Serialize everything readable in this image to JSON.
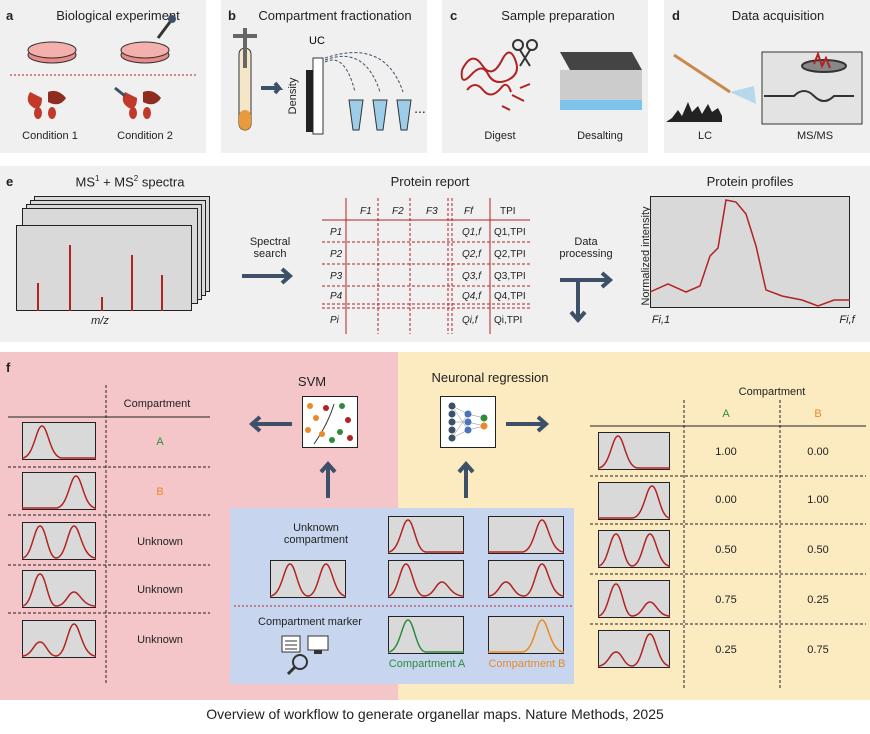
{
  "panels": {
    "a": {
      "label": "a",
      "title": "Biological experiment",
      "cond1": "Condition 1",
      "cond2": "Condition 2"
    },
    "b": {
      "label": "b",
      "title": "Compartment fractionation",
      "uc": "UC",
      "density": "Density",
      "ellipsis": "..."
    },
    "c": {
      "label": "c",
      "title": "Sample preparation",
      "digest": "Digest",
      "desalting": "Desalting"
    },
    "d": {
      "label": "d",
      "title": "Data acquisition",
      "lc": "LC",
      "msms": "MS/MS"
    },
    "e": {
      "label": "e",
      "spectra_title_pre": "MS",
      "spectra_sup1": "1",
      "spectra_title_mid": " + MS",
      "spectra_sup2": "2",
      "spectra_title_post": " spectra",
      "mz": "m/z",
      "spectral_search": "Spectral\nsearch",
      "report_title": "Protein report",
      "col_headers": [
        "F1",
        "F2",
        "F3",
        "Ff",
        "TPI"
      ],
      "row_labels": [
        "P1",
        "P2",
        "P3",
        "P4",
        "Pi"
      ],
      "q_f": [
        "Q1,f",
        "Q2,f",
        "Q3,f",
        "Q4,f",
        "Qi,f"
      ],
      "q_tpi": [
        "Q1,TPI",
        "Q2,TPI",
        "Q3,TPI",
        "Q4,TPI",
        "Qi,TPI"
      ],
      "data_processing": "Data\nprocessing",
      "profiles_title": "Protein profiles",
      "y_axis": "Normalized intensity",
      "x_start": "Fi,1",
      "x_end": "Fi,f"
    },
    "f": {
      "label": "f",
      "left_header": "Compartment",
      "left_rows": [
        "A",
        "B",
        "Unknown",
        "Unknown",
        "Unknown"
      ],
      "svm": "SVM",
      "neuronal": "Neuronal regression",
      "unknown_compartment": "Unknown\ncompartment",
      "compartment_marker": "Compartment marker",
      "comp_a": "Compartment A",
      "comp_b": "Compartment B",
      "right_header": "Compartment",
      "right_col_a": "A",
      "right_col_b": "B",
      "right_rows": [
        [
          "1.00",
          "0.00"
        ],
        [
          "0.00",
          "1.00"
        ],
        [
          "0.50",
          "0.50"
        ],
        [
          "0.75",
          "0.25"
        ],
        [
          "0.25",
          "0.75"
        ]
      ]
    }
  },
  "colors": {
    "red": "#b22222",
    "green": "#2e8b3e",
    "orange": "#e8892b",
    "navy": "#3d5068",
    "pink": "#f4c6c9",
    "yellow": "#fcebc0",
    "blue": "#c7d6ee"
  },
  "caption": "Overview of workflow to generate organellar maps. Nature Methods, 2025"
}
